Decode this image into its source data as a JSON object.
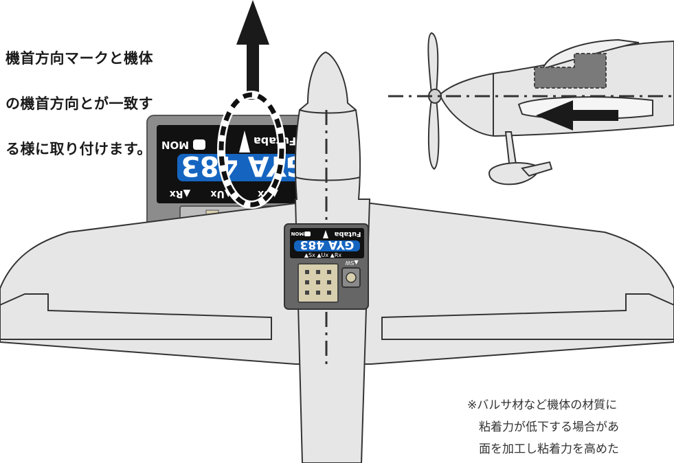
{
  "instruction": {
    "lines": [
      "機首方向マークと機体",
      "の機首方向とが一致す",
      "る様に取り付けます。"
    ]
  },
  "note": {
    "lines": [
      "※バルサ材など機体の材質に",
      "粘着力が低下する場合があ",
      "面を加工し粘着力を高めた"
    ]
  },
  "gyro_large": {
    "model": "GYA 483",
    "brand": "Futaba",
    "mon_label": "MON",
    "port_labels": [
      "▲Rx",
      "▲Ux",
      "▲Sx"
    ]
  },
  "gyro_small": {
    "model": "GYA 483",
    "brand": "Futaba",
    "mon_label": "MON",
    "port_labels": "▲Sx ▲Ux ▲Rx",
    "sw_label": "▲SW"
  },
  "colors": {
    "airframe_fill": "#e6e6e6",
    "airframe_stroke": "#333333",
    "gyro_case": "#8c8c8c",
    "gyro_case_small": "#666666",
    "gyro_label_bg": "#111111",
    "gyro_model_bg": "#1565c0",
    "connector": "#d8cfae",
    "arrow": "#1a1a1a"
  }
}
